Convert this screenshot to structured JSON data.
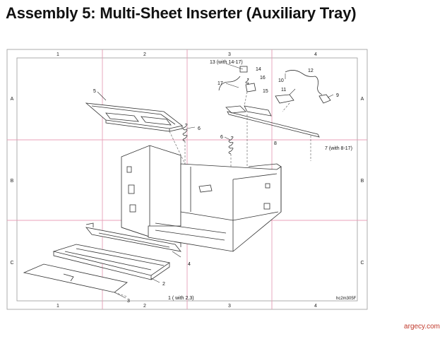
{
  "title": "Assembly 5: Multi-Sheet Inserter (Auxiliary Tray)",
  "credit": "argecy.com",
  "figure_id": "hc2m305F",
  "grid": {
    "columns": [
      "1",
      "2",
      "3",
      "4"
    ],
    "rows": [
      "A",
      "B",
      "C"
    ]
  },
  "callouts": {
    "c1": "1 ( with 2,3)",
    "c2": "2",
    "c3": "3",
    "c4": "4",
    "c5": "5",
    "c6a": "6",
    "c6b": "6",
    "c7": "7 (with 8-17)",
    "c8": "8",
    "c9": "9",
    "c10": "10",
    "c11": "11",
    "c12": "12",
    "c13": "13 (with 14-17)",
    "c14": "14",
    "c15": "15",
    "c16": "16",
    "c17": "17"
  },
  "colors": {
    "grid_line": "#e8a0b8",
    "border": "#999999",
    "credit": "#c0392b"
  }
}
